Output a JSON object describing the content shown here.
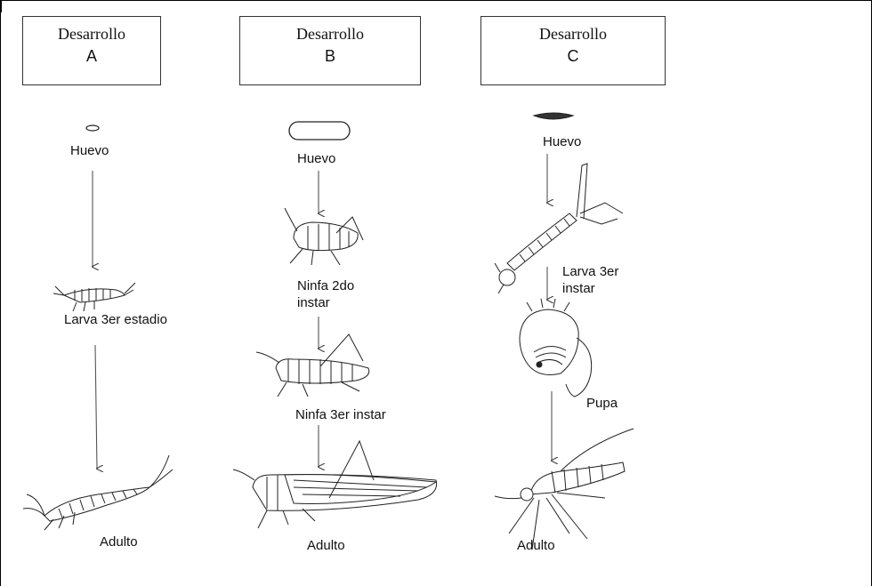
{
  "columns": [
    {
      "id": "A",
      "header_title": "Desarrollo",
      "header_letter": "A",
      "stages": [
        "Huevo",
        "Larva 3er estadio",
        "Adulto"
      ]
    },
    {
      "id": "B",
      "header_title": "Desarrollo",
      "header_letter": "B",
      "stages": [
        "Huevo",
        "Ninfa 2do\ninstar",
        "Ninfa 3er instar",
        "Adulto"
      ]
    },
    {
      "id": "C",
      "header_title": "Desarrollo",
      "header_letter": "C",
      "stages": [
        "Huevo",
        "Larva 3er\ninstar",
        "Pupa",
        "Adulto"
      ]
    }
  ],
  "icons": {
    "A": [
      "egg-icon",
      "larva-icon",
      "silverfish-adult-icon"
    ],
    "B": [
      "egg-icon",
      "grasshopper-nymph-icon",
      "grasshopper-nymph-icon",
      "grasshopper-adult-icon"
    ],
    "C": [
      "egg-icon",
      "mosquito-larva-icon",
      "mosquito-pupa-icon",
      "mosquito-adult-icon"
    ]
  }
}
